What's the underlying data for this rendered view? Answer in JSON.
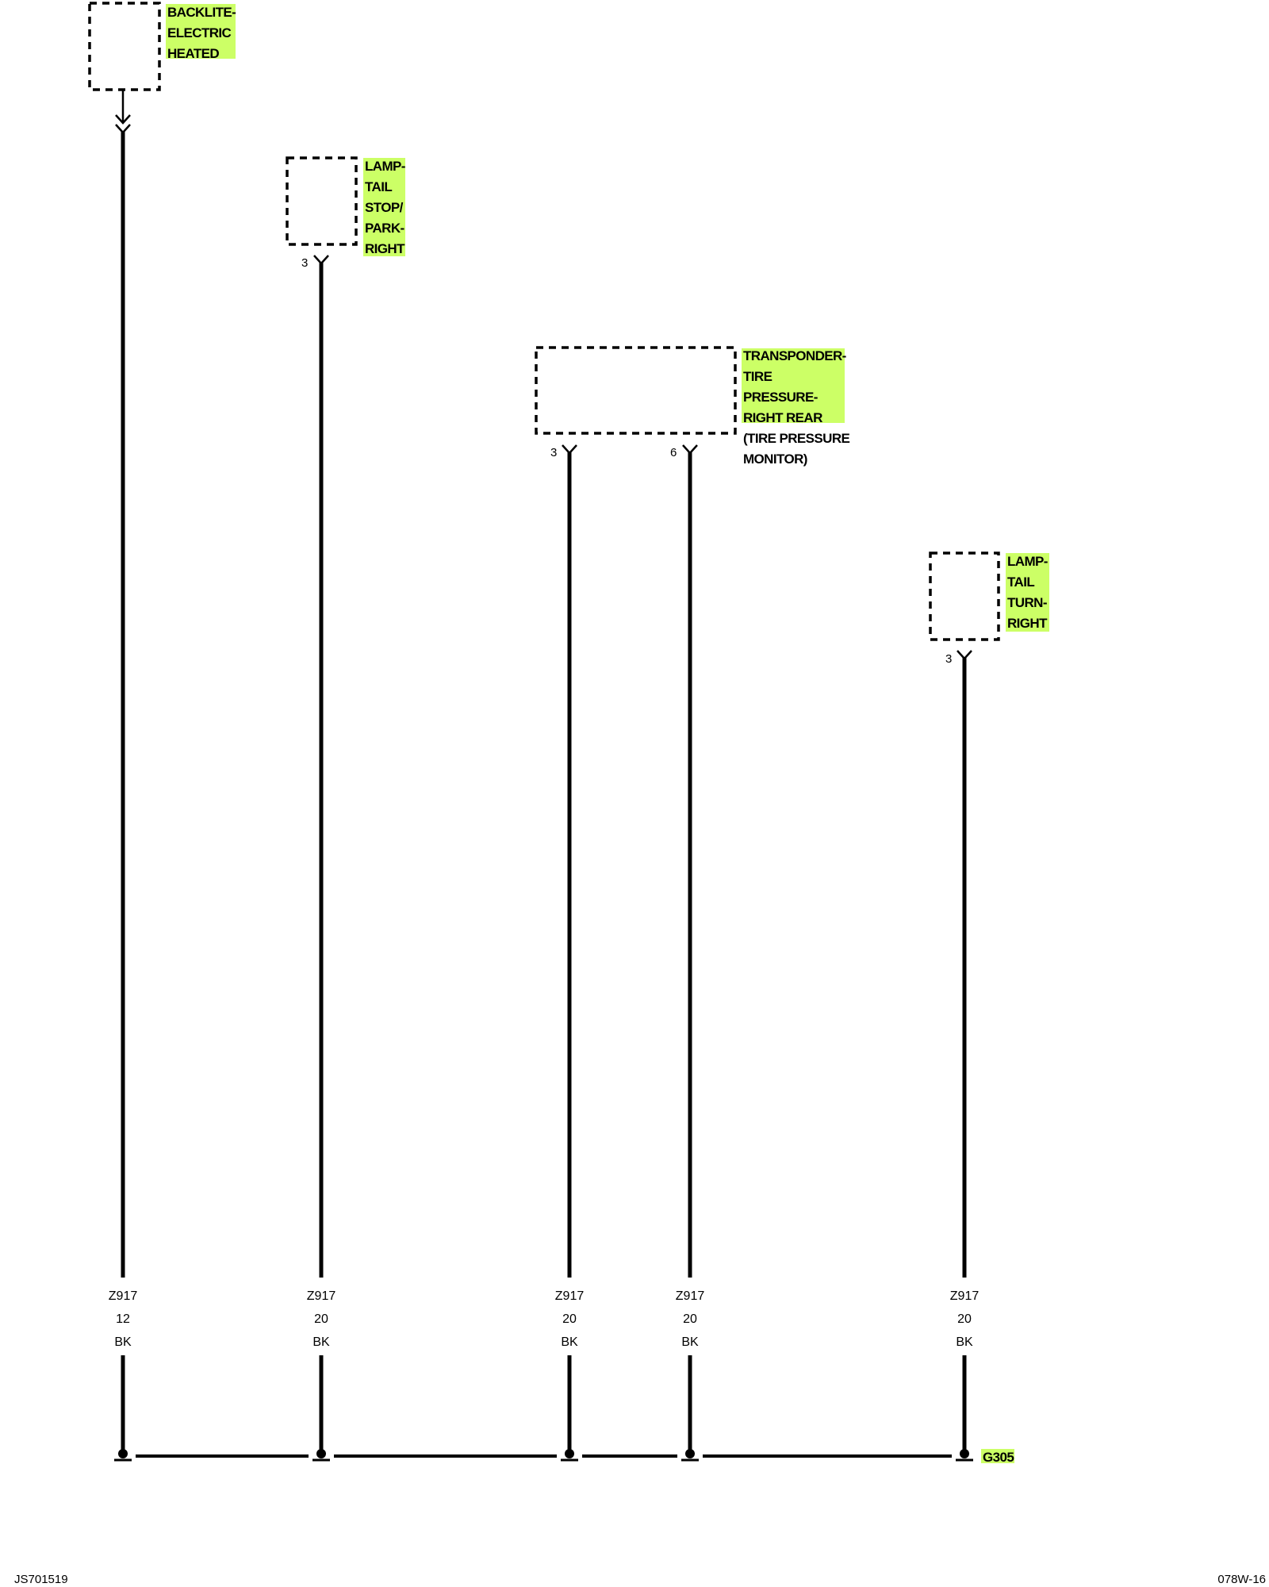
{
  "components": [
    {
      "id": "backlite",
      "lines": [
        "BACKLITE-",
        "ELECTRIC",
        "HEATED"
      ],
      "pin": ""
    },
    {
      "id": "lamp-stop",
      "lines": [
        "LAMP-",
        "TAIL",
        "STOP/",
        "PARK-",
        "RIGHT"
      ],
      "pin": "3"
    },
    {
      "id": "transponder",
      "lines": [
        "TRANSPONDER-",
        "TIRE",
        "PRESSURE-",
        "RIGHT REAR"
      ],
      "sub_lines": [
        "(TIRE PRESSURE",
        "MONITOR)"
      ],
      "pins": [
        "3",
        "6"
      ]
    },
    {
      "id": "lamp-turn",
      "lines": [
        "LAMP-",
        "TAIL",
        "TURN-",
        "RIGHT"
      ],
      "pin": "3"
    }
  ],
  "wires": [
    {
      "circuit": "Z917",
      "gauge": "12",
      "color": "BK"
    },
    {
      "circuit": "Z917",
      "gauge": "20",
      "color": "BK"
    },
    {
      "circuit": "Z917",
      "gauge": "20",
      "color": "BK"
    },
    {
      "circuit": "Z917",
      "gauge": "20",
      "color": "BK"
    },
    {
      "circuit": "Z917",
      "gauge": "20",
      "color": "BK"
    }
  ],
  "ground": {
    "label": "G305",
    "color": "#ccff66"
  },
  "footer": {
    "left": "JS701519",
    "right": "078W-16"
  },
  "colors": {
    "highlight": "#ccff66",
    "line": "#000000"
  }
}
